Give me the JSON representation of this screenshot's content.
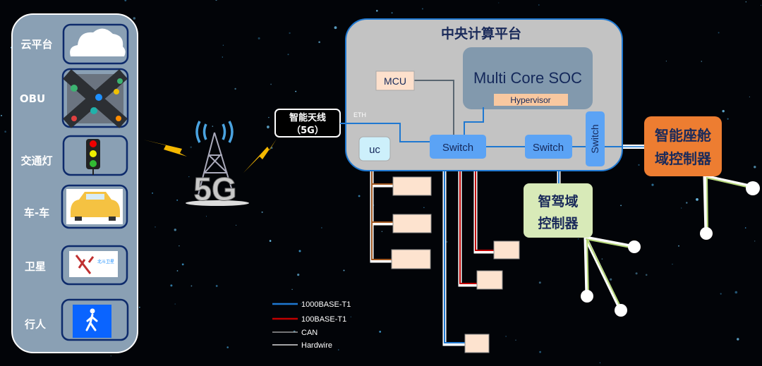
{
  "left_panel": {
    "items": [
      {
        "label": "云平台",
        "icon": "cloud-icon"
      },
      {
        "label": "OBU",
        "icon": "intersection-icon"
      },
      {
        "label": "交通灯",
        "icon": "traffic-light-icon"
      },
      {
        "label": "车-车",
        "icon": "car-icon"
      },
      {
        "label": "卫星",
        "icon": "satellite-icon",
        "icon_text": "北斗卫星"
      },
      {
        "label": "行人",
        "icon": "pedestrian-icon"
      }
    ]
  },
  "tower": {
    "label": "5G"
  },
  "antenna": {
    "line1": "智能天线",
    "line2": "（5G）"
  },
  "eth_label": "ETH",
  "central": {
    "title": "中央计算平台",
    "soc": "Multi Core SOC",
    "hypervisor": "Hypervisor",
    "mcu": "MCU",
    "uc": "uc",
    "switch1": "Switch",
    "switch2": "Switch",
    "switch3": "Switch"
  },
  "cockpit": {
    "line1": "智能座舱",
    "line2": "域控制器"
  },
  "adas": {
    "line1": "智驾域",
    "line2": "控制器"
  },
  "legend": [
    {
      "label": "1000BASE-T1",
      "color": "#1f78d1"
    },
    {
      "label": "100BASE-T1",
      "color": "#c00000"
    },
    {
      "label": "CAN",
      "color": "#9a9a9a"
    },
    {
      "label": "Hardwire",
      "color": "#d9d9d9"
    }
  ],
  "colors": {
    "panel": "#8aa0b4",
    "platform": "#c3c3c3",
    "soc": "#8299ad",
    "switch": "#5ba3f5",
    "cockpit": "#ed7d31",
    "adas": "#d8eab8",
    "ecu": "#fde3cf",
    "can_brown": "#a0561e"
  }
}
